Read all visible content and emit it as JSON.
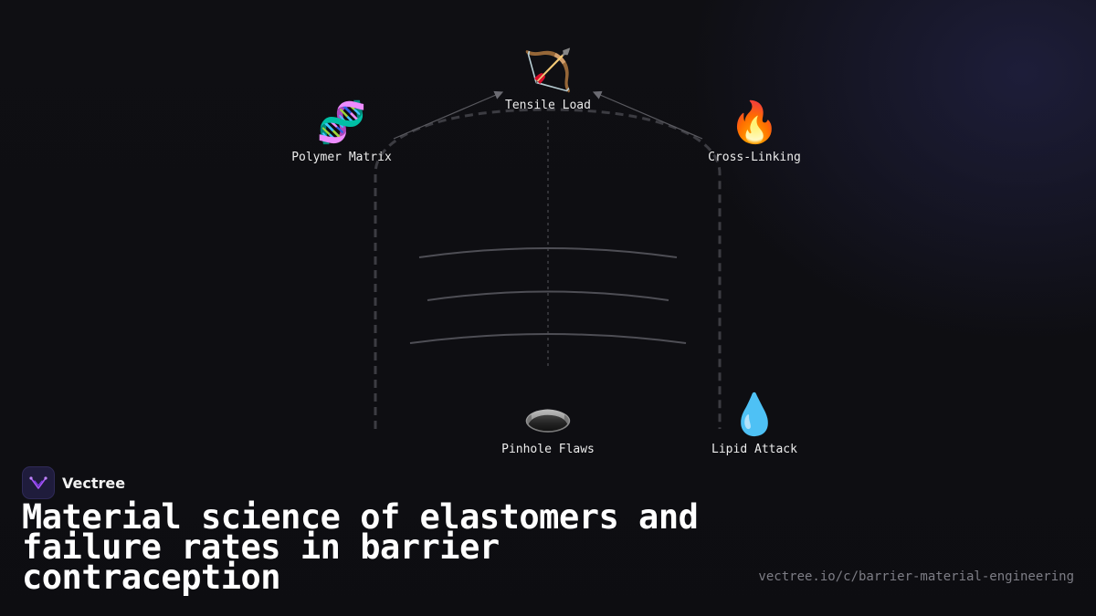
{
  "diagram": {
    "nodes": {
      "tensile": {
        "icon": "bow-and-arrow-icon",
        "emoji": "🏹",
        "label": "Tensile Load"
      },
      "polymer": {
        "icon": "dna-icon",
        "emoji": "🧬",
        "label": "Polymer Matrix"
      },
      "crosslink": {
        "icon": "fire-icon",
        "emoji": "🔥",
        "label": "Cross-Linking"
      },
      "pinhole": {
        "icon": "hole-icon",
        "emoji": "🕳️",
        "label": "Pinhole Flaws"
      },
      "lipid": {
        "icon": "droplet-icon",
        "emoji": "💧",
        "label": "Lipid Attack"
      }
    }
  },
  "footer": {
    "brand_name": "Vectree",
    "brand_icon": "vectree-logo-icon",
    "title": "Material science of elastomers and failure rates in barrier contraception",
    "url": "vectree.io/c/barrier-material-engineering"
  },
  "colors": {
    "background": "#0f0f13",
    "accent": "#a855f7",
    "line": "#4a4a50"
  }
}
